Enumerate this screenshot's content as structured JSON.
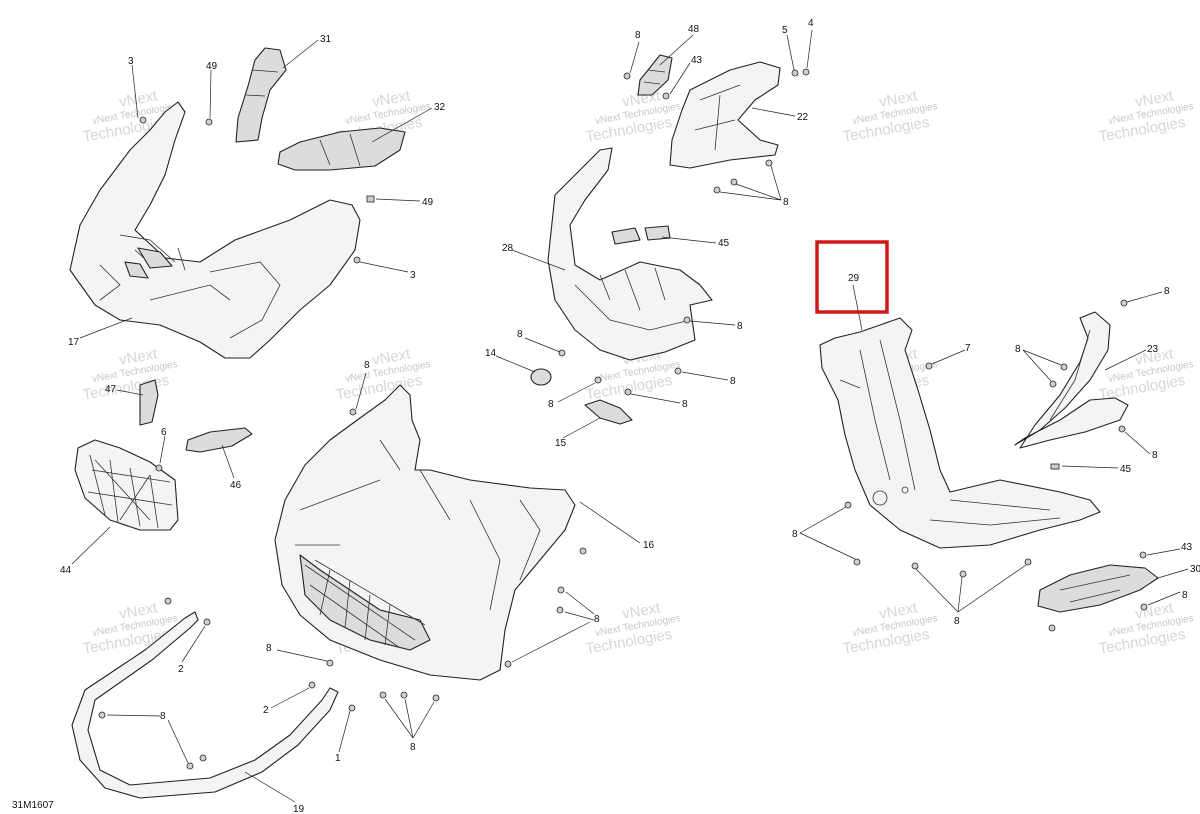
{
  "diagram": {
    "drawing_code": "31M1607",
    "watermark_lines": [
      "vNext",
      "vNext Technologies",
      "Technologies"
    ],
    "highlight_color": "#d01818",
    "highlighted_part": "29",
    "callouts": [
      {
        "id": "c3a",
        "label": "3"
      },
      {
        "id": "c49a",
        "label": "49"
      },
      {
        "id": "c31",
        "label": "31"
      },
      {
        "id": "c32",
        "label": "32"
      },
      {
        "id": "c49b",
        "label": "49"
      },
      {
        "id": "c3b",
        "label": "3"
      },
      {
        "id": "c17",
        "label": "17"
      },
      {
        "id": "c47",
        "label": "47"
      },
      {
        "id": "c6",
        "label": "6"
      },
      {
        "id": "c46",
        "label": "46"
      },
      {
        "id": "c44",
        "label": "44"
      },
      {
        "id": "c2a",
        "label": "2"
      },
      {
        "id": "c8a",
        "label": "8"
      },
      {
        "id": "c2b",
        "label": "2"
      },
      {
        "id": "c1",
        "label": "1"
      },
      {
        "id": "c8b",
        "label": "8"
      },
      {
        "id": "c19",
        "label": "19"
      },
      {
        "id": "c8c",
        "label": "8"
      },
      {
        "id": "c16",
        "label": "16"
      },
      {
        "id": "c8d",
        "label": "8"
      },
      {
        "id": "c8e",
        "label": "8"
      },
      {
        "id": "c48",
        "label": "48"
      },
      {
        "id": "c8f",
        "label": "8"
      },
      {
        "id": "c43a",
        "label": "43"
      },
      {
        "id": "c5",
        "label": "5"
      },
      {
        "id": "c4",
        "label": "4"
      },
      {
        "id": "c22",
        "label": "22"
      },
      {
        "id": "c8g",
        "label": "8"
      },
      {
        "id": "c28",
        "label": "28"
      },
      {
        "id": "c45a",
        "label": "45"
      },
      {
        "id": "c8h",
        "label": "8"
      },
      {
        "id": "c8i",
        "label": "8"
      },
      {
        "id": "c14",
        "label": "14"
      },
      {
        "id": "c8j",
        "label": "8"
      },
      {
        "id": "c8k",
        "label": "8"
      },
      {
        "id": "c8l",
        "label": "8"
      },
      {
        "id": "c15",
        "label": "15"
      },
      {
        "id": "c29",
        "label": "29"
      },
      {
        "id": "c8m",
        "label": "8"
      },
      {
        "id": "c7",
        "label": "7"
      },
      {
        "id": "c8n",
        "label": "8"
      },
      {
        "id": "c23",
        "label": "23"
      },
      {
        "id": "c8o",
        "label": "8"
      },
      {
        "id": "c45b",
        "label": "45"
      },
      {
        "id": "c8p",
        "label": "8"
      },
      {
        "id": "c8q",
        "label": "8"
      },
      {
        "id": "c43b",
        "label": "43"
      },
      {
        "id": "c30",
        "label": "30"
      },
      {
        "id": "c8r",
        "label": "8"
      }
    ]
  }
}
